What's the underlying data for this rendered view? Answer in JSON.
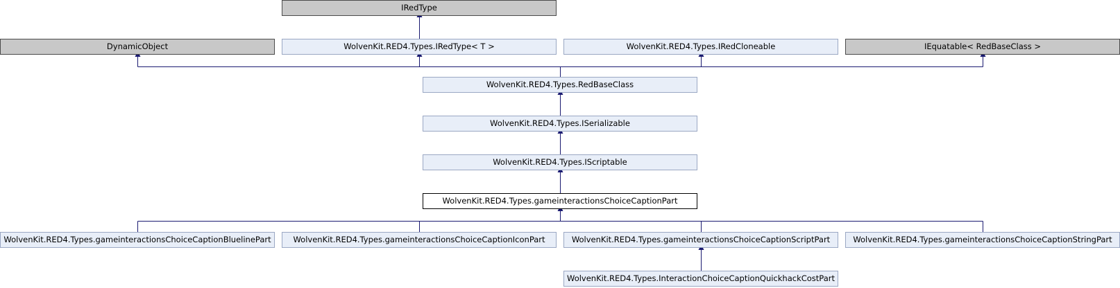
{
  "diagram": {
    "nodes": {
      "iredtype": "IRedType",
      "dynamic_object": "DynamicObject",
      "iredtype_generic": "WolvenKit.RED4.Types.IRedType< T >",
      "iredcloneable": "WolvenKit.RED4.Types.IRedCloneable",
      "iequatable": "IEquatable< RedBaseClass >",
      "red_base_class": "WolvenKit.RED4.Types.RedBaseClass",
      "iserializable": "WolvenKit.RED4.Types.ISerializable",
      "iscriptable": "WolvenKit.RED4.Types.IScriptable",
      "caption_part": "WolvenKit.RED4.Types.gameinteractionsChoiceCaptionPart",
      "blueline_part": "WolvenKit.RED4.Types.gameinteractionsChoiceCaptionBluelinePart",
      "icon_part": "WolvenKit.RED4.Types.gameinteractionsChoiceCaptionIconPart",
      "script_part": "WolvenKit.RED4.Types.gameinteractionsChoiceCaptionScriptPart",
      "string_part": "WolvenKit.RED4.Types.gameinteractionsChoiceCaptionStringPart",
      "quickhack_part": "WolvenKit.RED4.Types.InteractionChoiceCaptionQuickhackCostPart"
    },
    "colors": {
      "edge": "#191970",
      "node_fill": "#e8eef8",
      "node_border": "#9aa7c3",
      "external_fill": "#c8c8c8",
      "current_fill": "#ffffff"
    }
  }
}
